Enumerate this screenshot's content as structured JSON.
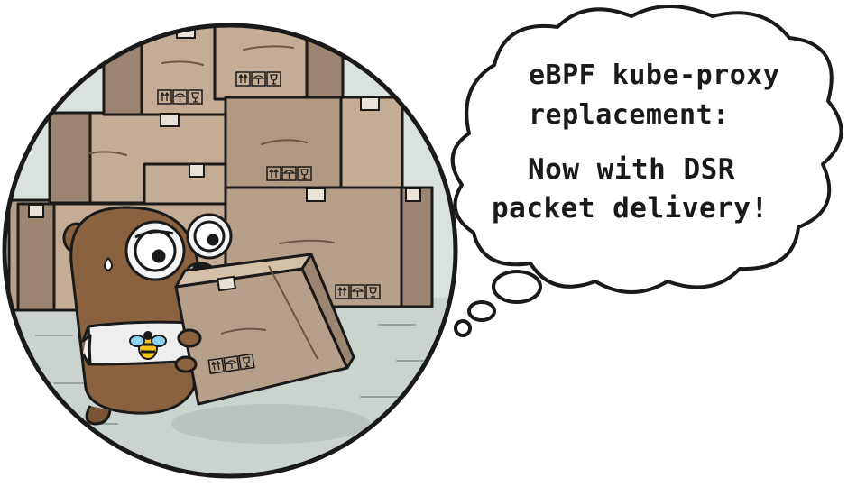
{
  "illustration": {
    "subject": "gopher-carrying-box",
    "badge_icon": "bee-icon",
    "box_icons": [
      "this-side-up-icon",
      "keep-dry-icon",
      "fragile-icon"
    ]
  },
  "speech_bubble": {
    "line1": "eBPF kube-proxy",
    "line2": "replacement:",
    "line3": "Now with DSR",
    "line4": "packet delivery!"
  },
  "colors": {
    "box_fill": "#c4ad94",
    "box_dark": "#9c8570",
    "gopher_fur": "#8a6240",
    "floor": "#cbd3cf",
    "sky": "#d9e2dd",
    "outline": "#1a1a1a"
  }
}
